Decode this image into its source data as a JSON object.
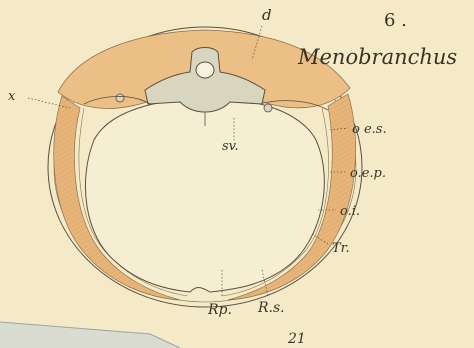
{
  "figure": {
    "number": "6 .",
    "title": "Menobranchus",
    "page_number": "21"
  },
  "labels": {
    "d": "d",
    "x": "x",
    "sv": "sv.",
    "oes": "o e.s.",
    "oep": "o.e.p.",
    "oi": "o.i.",
    "tr": "Tr.",
    "rp": "Rp.",
    "rs": "R.s."
  },
  "colors": {
    "paper": "#f4eac8",
    "muscle": "#e7b579",
    "muscle_dark": "#d99a57",
    "ink": "#3a3226",
    "bone": "#d8d6bf"
  }
}
